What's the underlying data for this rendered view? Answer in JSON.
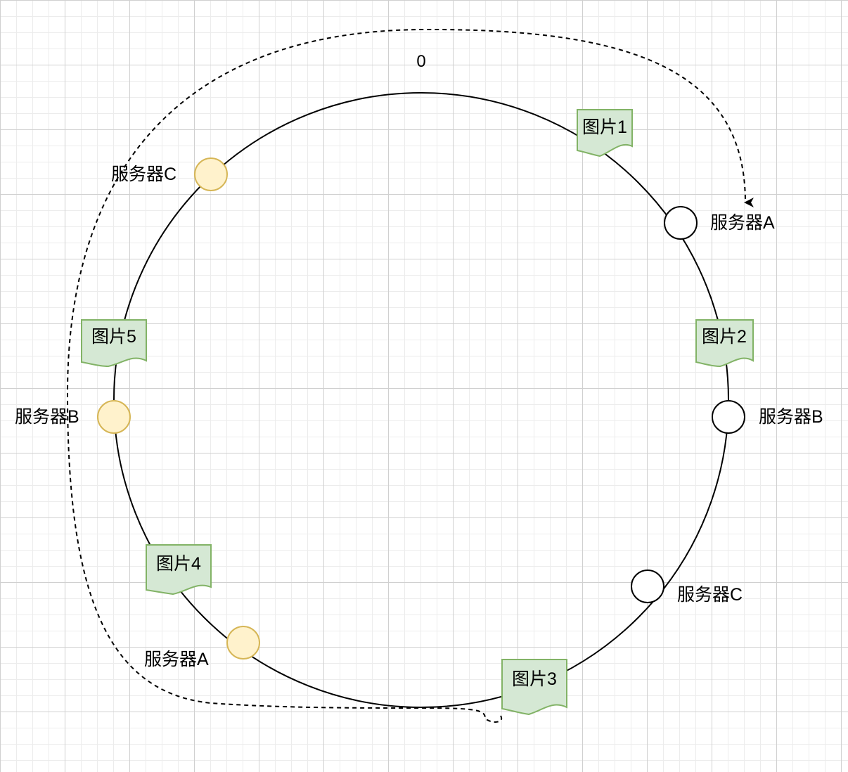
{
  "ring_label": "0",
  "colors": {
    "ring_stroke": "#000000",
    "virtual_node_fill": "#fff2cc",
    "virtual_node_stroke": "#d6b656",
    "real_node_fill": "#ffffff",
    "real_node_stroke": "#000000",
    "document_fill": "#d5e8d4",
    "document_stroke": "#82b366",
    "arrow_stroke": "#000000",
    "grid_major": "#d0d0d0",
    "grid_minor": "#ececec"
  },
  "nodes": [
    {
      "id": "server-a-real",
      "label": "服务器A",
      "kind": "real"
    },
    {
      "id": "server-b-real",
      "label": "服务器B",
      "kind": "real"
    },
    {
      "id": "server-c-real",
      "label": "服务器C",
      "kind": "real"
    },
    {
      "id": "server-a-virtual",
      "label": "服务器A",
      "kind": "virtual"
    },
    {
      "id": "server-b-virtual",
      "label": "服务器B",
      "kind": "virtual"
    },
    {
      "id": "server-c-virtual",
      "label": "服务器C",
      "kind": "virtual"
    }
  ],
  "images": [
    {
      "id": "image-1",
      "label": "图片1"
    },
    {
      "id": "image-2",
      "label": "图片2"
    },
    {
      "id": "image-3",
      "label": "图片3"
    },
    {
      "id": "image-4",
      "label": "图片4"
    },
    {
      "id": "image-5",
      "label": "图片5"
    }
  ]
}
